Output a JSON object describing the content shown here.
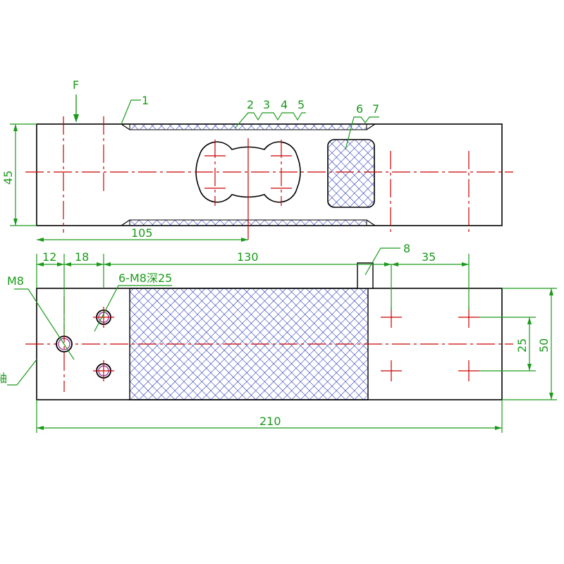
{
  "labels": {
    "force": "F",
    "callout_1": "1",
    "callout_2": "2",
    "callout_3": "3",
    "callout_4": "4",
    "callout_5": "5",
    "callout_6": "6",
    "callout_7": "7",
    "callout_8": "8",
    "thread_m8": "M8",
    "holes_spec": "6-M8深25",
    "axis_mark": "轴"
  },
  "dimensions": {
    "height_top": "45",
    "d105": "105",
    "d12": "12",
    "d18": "18",
    "d130": "130",
    "d35": "35",
    "d25": "25",
    "d50": "50",
    "d210": "210"
  },
  "colors": {
    "outline": "#000000",
    "centerline": "#cc0000",
    "dimension": "#1a9a1a",
    "hatch": "#1a2bb0"
  }
}
